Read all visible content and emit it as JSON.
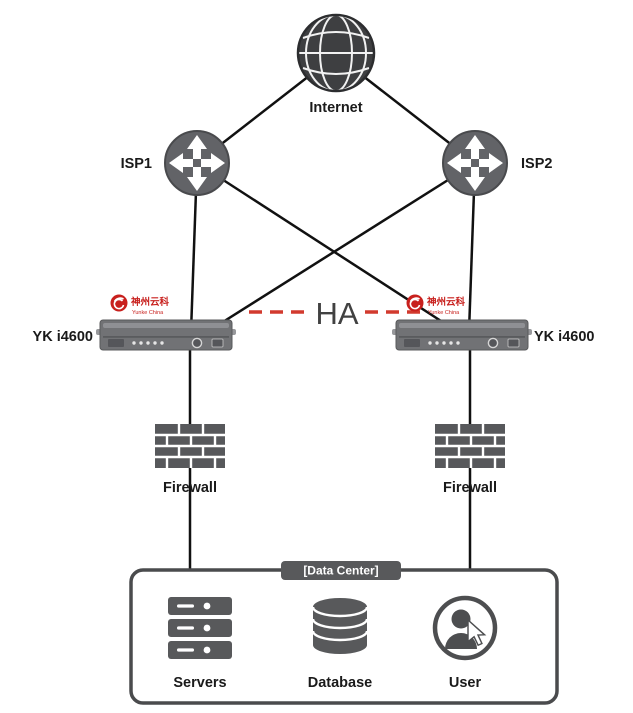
{
  "diagram": {
    "type": "network-topology",
    "background": "#ffffff",
    "colors": {
      "connector": "#111111",
      "node_gray": "#58595b",
      "ha_red": "#d23a2e",
      "logo_red": "#c8201d",
      "label_text": "#1a1a1a"
    },
    "nodes": {
      "internet": {
        "label": "Internet",
        "icon": "globe-icon"
      },
      "isp1": {
        "label": "ISP1",
        "icon": "router-icon"
      },
      "isp2": {
        "label": "ISP2",
        "icon": "router-icon"
      },
      "appliance_left": {
        "label": "YK i4600",
        "icon": "rack-appliance-icon"
      },
      "appliance_right": {
        "label": "YK i4600",
        "icon": "rack-appliance-icon"
      },
      "firewall_left": {
        "label": "Firewall",
        "icon": "brick-wall-icon"
      },
      "firewall_right": {
        "label": "Firewall",
        "icon": "brick-wall-icon"
      },
      "datacenter": {
        "label": "[Data Center]"
      },
      "servers": {
        "label": "Servers",
        "icon": "server-stack-icon"
      },
      "database": {
        "label": "Database",
        "icon": "database-cylinder-icon"
      },
      "user": {
        "label": "User",
        "icon": "user-cursor-icon"
      }
    },
    "vendor_logo": {
      "name_cn": "神州云科",
      "name_en": "Yunke China",
      "icon": "yunke-swirl-icon",
      "color": "#c8201d"
    },
    "ha_link": {
      "label": "HA",
      "style": "dashed",
      "color": "#d23a2e"
    },
    "edges": [
      {
        "from": "internet",
        "to": "isp1"
      },
      {
        "from": "internet",
        "to": "isp2"
      },
      {
        "from": "isp1",
        "to": "appliance_left"
      },
      {
        "from": "isp1",
        "to": "appliance_right"
      },
      {
        "from": "isp2",
        "to": "appliance_left"
      },
      {
        "from": "isp2",
        "to": "appliance_right"
      },
      {
        "from": "appliance_left",
        "to": "firewall_left"
      },
      {
        "from": "appliance_right",
        "to": "firewall_right"
      },
      {
        "from": "firewall_left",
        "to": "datacenter"
      },
      {
        "from": "firewall_right",
        "to": "datacenter"
      },
      {
        "from": "appliance_left",
        "to": "appliance_right",
        "type": "ha",
        "label": "HA"
      }
    ]
  }
}
